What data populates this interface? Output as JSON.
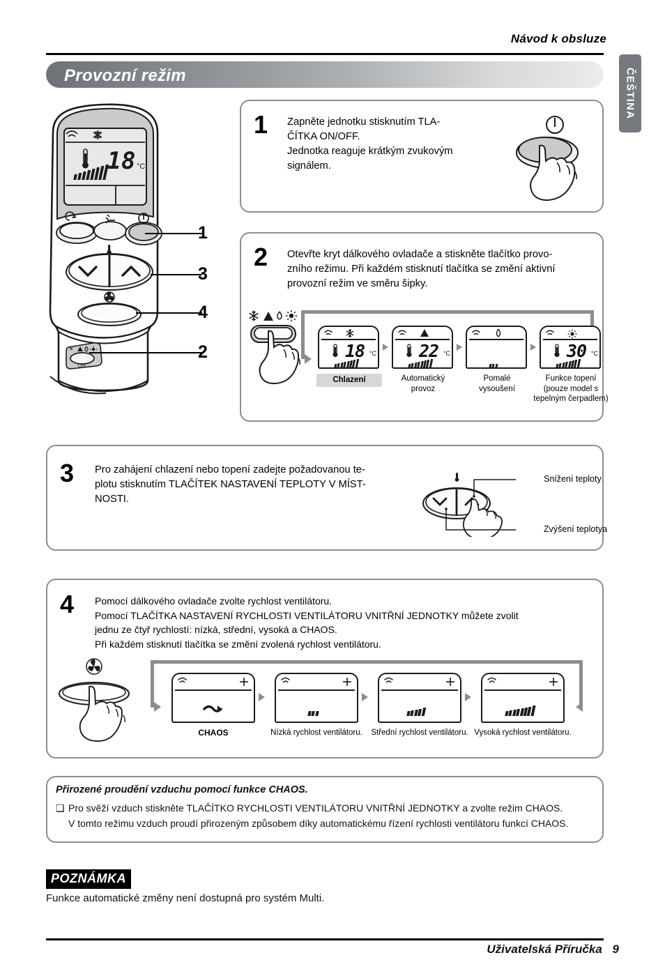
{
  "header": {
    "top_label": "Návod k obsluze",
    "title": "Provozní režim",
    "language_tab": "ČEŠTINA"
  },
  "steps": [
    {
      "number": "1",
      "text_lines": [
        "Zapněte jednotku stisknutím TLA-",
        "ČÍTKA ON/OFF.",
        "Jednotka reaguje krátkým zvukovým",
        "signálem."
      ],
      "icon": "power-icon"
    },
    {
      "number": "2",
      "text_lines": [
        "Otevřte kryt dálkového ovladače a stiskněte tlačítko provo-",
        "zního režimu. Při každém stisknutí tlačítka se změní aktivní",
        "provozní režim ve směru šipky."
      ]
    },
    {
      "number": "3",
      "text_lines": [
        "Pro zahájení chlazení nebo topení zadejte požadovanou te-",
        "plotu stisknutím TLAČÍTEK NASTAVENÍ TEPLOTY V MÍST-",
        "NOSTI."
      ],
      "callouts": {
        "up": "Snížení teploty",
        "down": "Zvýšení teplotya"
      }
    },
    {
      "number": "4",
      "text_lines": [
        "Pomocí dálkového ovladače zvolte rychlost ventilátoru.",
        "Pomocí TLAČÍTKA NASTAVENÍ RYCHLOSTI VENTILÁTORU VNITŘNÍ JEDNOTKY můžete zvolit",
        "jednu ze čtyř rychlostí: nízká, střední, vysoká a CHAOS.",
        "Při každém stisknutí tlačítka se změní zvolená rychlost ventilátoru."
      ]
    }
  ],
  "remote": {
    "display": {
      "temperature": "18",
      "unit": "°C",
      "mode_icon": "snowflake-icon",
      "signal_icon": "signal-icon",
      "fan_bars": 8
    },
    "buttons": {
      "swing_icon": "swing-icon",
      "jet_icon": "jet-cool-icon",
      "power_icon": "power-icon",
      "temp_down_icon": "chevron-down-icon",
      "temp_up_icon": "chevron-up-icon",
      "fan_icon": "fan-icon",
      "mode_icons": "snowflake-auto-dry-sun-icons",
      "mode_sublabel": "ON"
    },
    "markers": [
      "1",
      "3",
      "4",
      "2"
    ]
  },
  "mode_panels": {
    "button_icons": [
      "snowflake-icon",
      "auto-icon",
      "dry-drop-icon",
      "sun-icon"
    ],
    "panels": [
      {
        "mode_icon": "snowflake-icon",
        "temperature": "18",
        "unit": "°C",
        "fan_bars": 8,
        "show_thermo": true,
        "label_lines": [
          "Chlazení"
        ],
        "active": true
      },
      {
        "mode_icon": "auto-icon",
        "temperature": "22",
        "unit": "°C",
        "fan_bars": 8,
        "show_thermo": true,
        "label_lines": [
          "Automatický",
          "provoz"
        ],
        "active": false
      },
      {
        "mode_icon": "dry-drop-icon",
        "temperature": "",
        "unit": "",
        "fan_bars": 3,
        "show_thermo": false,
        "label_lines": [
          "Pomalé",
          "vysoušení"
        ],
        "active": false
      },
      {
        "mode_icon": "sun-icon",
        "temperature": "30",
        "unit": "°C",
        "fan_bars": 8,
        "show_thermo": true,
        "label_lines": [
          "Funkce topení",
          "(pouze model s",
          "tepelným čerpadlem)"
        ],
        "active": false
      }
    ]
  },
  "fan_panels": {
    "panels": [
      {
        "signal_icon": "signal-icon",
        "plus_icon": "fan-plus-icon",
        "indicator": "chaos-swirl-icon",
        "fan_bars": 0,
        "label": "CHAOS",
        "bold": true
      },
      {
        "signal_icon": "signal-icon",
        "plus_icon": "fan-plus-icon",
        "indicator": "bars",
        "fan_bars": 3,
        "label": "Nízká rychlost ventilátoru.",
        "bold": false
      },
      {
        "signal_icon": "signal-icon",
        "plus_icon": "fan-plus-icon",
        "indicator": "bars",
        "fan_bars": 5,
        "label": "Střední rychlost ventilátoru.",
        "bold": false
      },
      {
        "signal_icon": "signal-icon",
        "plus_icon": "fan-plus-icon",
        "indicator": "bars",
        "fan_bars": 8,
        "label": "Vysoká rychlost ventilátoru.",
        "bold": false
      }
    ]
  },
  "chaos_note": {
    "title": "Přirozené proudění vzduchu pomocí funkce CHAOS.",
    "bullet": "❑",
    "lines": [
      "Pro svěží vzduch stiskněte TLAČÍTKO RYCHLOSTI VENTILÁTORU VNITŘNÍ JEDNOTKY a zvolte režim CHAOS.",
      "V tomto režimu vzduch proudí přirozeným způsobem díky automatickému řízení rychlosti ventilátoru funkcí CHAOS."
    ]
  },
  "poznamka": {
    "tag": "POZNÁMKA",
    "text": "Funkce automatické změny není dostupná pro systém Multi."
  },
  "footer": {
    "text": "Uživatelská Příručka",
    "page": "9"
  },
  "colors": {
    "frame_gray": "#8b8e91",
    "tab_gray": "#76797d",
    "active_highlight": "#d6d7d8",
    "ink": "#111111"
  }
}
